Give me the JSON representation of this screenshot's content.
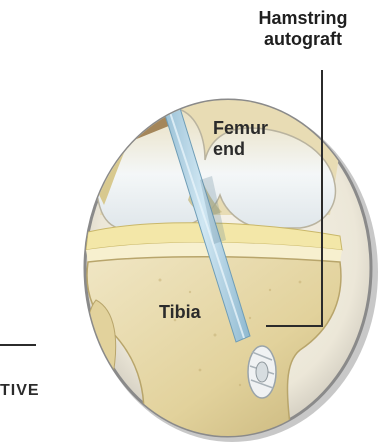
{
  "labels": {
    "graft_line1": "Hamstring",
    "graft_line2": "autograft",
    "femur_line1": "Femur",
    "femur_line2": "end",
    "tibia": "Tibia",
    "side_partial": "TIVE"
  },
  "icons": {
    "lens": "magnifier-lens-circle",
    "knee": "knee-joint-illustration",
    "graft": "graft-tendon-tube",
    "screw": "fixation-screw-icon"
  },
  "colors": {
    "background": "#ffffff",
    "bone": "#efe6c8",
    "bone_shadow": "#c9b985",
    "cartilage": "#f2f6f8",
    "meniscus": "#f3e7a8",
    "graft": "#b9d6e6",
    "leader_line": "#2b2b2b",
    "rim": "#7a7a7a"
  }
}
